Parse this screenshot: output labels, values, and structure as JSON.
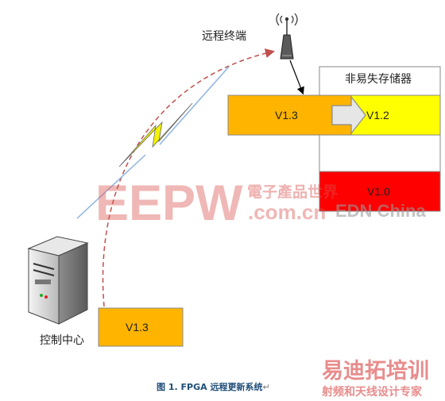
{
  "labels": {
    "remote_terminal": "远程终端",
    "nvm": "非易失存储器",
    "control_center": "控制中心",
    "caption": "图 1. FPGA 远程更新系统",
    "caption_mark": "↵"
  },
  "versions": {
    "terminal_current": "V1.3",
    "nvm_slot_1": "V1.2",
    "nvm_slot_2": "V1.0",
    "center_source": "V1.3"
  },
  "watermarks": {
    "eepw": "EEPW",
    "eepw_cn": "電子產品世界",
    "eepw_domain": ".com.cn",
    "edn": "EDN China",
    "edu_cn": "易迪拓培训",
    "edu_slogan": "射频和天线设计专家"
  },
  "colors": {
    "orange": "#FFB400",
    "yellow": "#FFFF00",
    "red": "#FF0000",
    "arrow_grey": "#E6E6E6",
    "link_dash": "#C0504D",
    "lightning": "#F2F200",
    "watermark_red": "#D9534F",
    "caption_blue": "#1F4E79"
  },
  "icons": {
    "antenna": "antenna-icon",
    "server": "server-icon",
    "lightning": "lightning-bolt-icon"
  }
}
